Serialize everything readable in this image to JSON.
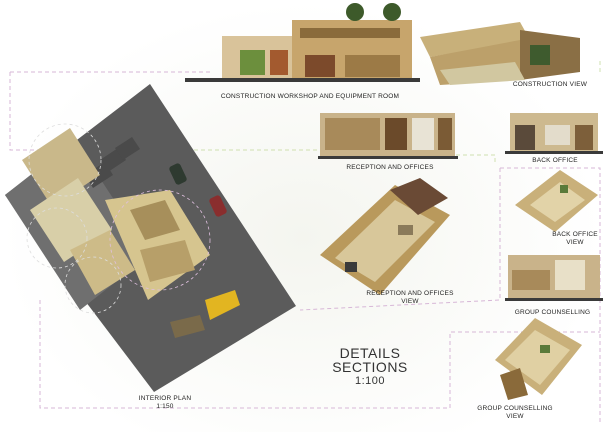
{
  "board": {
    "background": "#ffffff",
    "accent_dash": "#c9a3c9",
    "accent_dash_green": "#cfe0b0"
  },
  "views": {
    "workshop": "CONSTRUCTION WORKSHOP AND EQUIPMENT ROOM",
    "construction": "CONSTRUCTION VIEW",
    "reception": "RECEPTION AND OFFICES",
    "back_office": "BACK OFFICE",
    "back_office_view_line1": "BACK OFFICE",
    "back_office_view_line2": "VIEW",
    "reception_view_line1": "RECEPTION AND OFFICES",
    "reception_view_line2": "VIEW",
    "group_counselling": "GROUP COUNSELLING",
    "group_counselling_view_line1": "GROUP COUNSELLING",
    "group_counselling_view_line2": "VIEW",
    "interior_plan_line1": "INTERIOR PLAN",
    "interior_plan_line2": "1:150"
  },
  "title": {
    "line1": "DETAILS",
    "line2": "SECTIONS",
    "line3": "1:100"
  }
}
